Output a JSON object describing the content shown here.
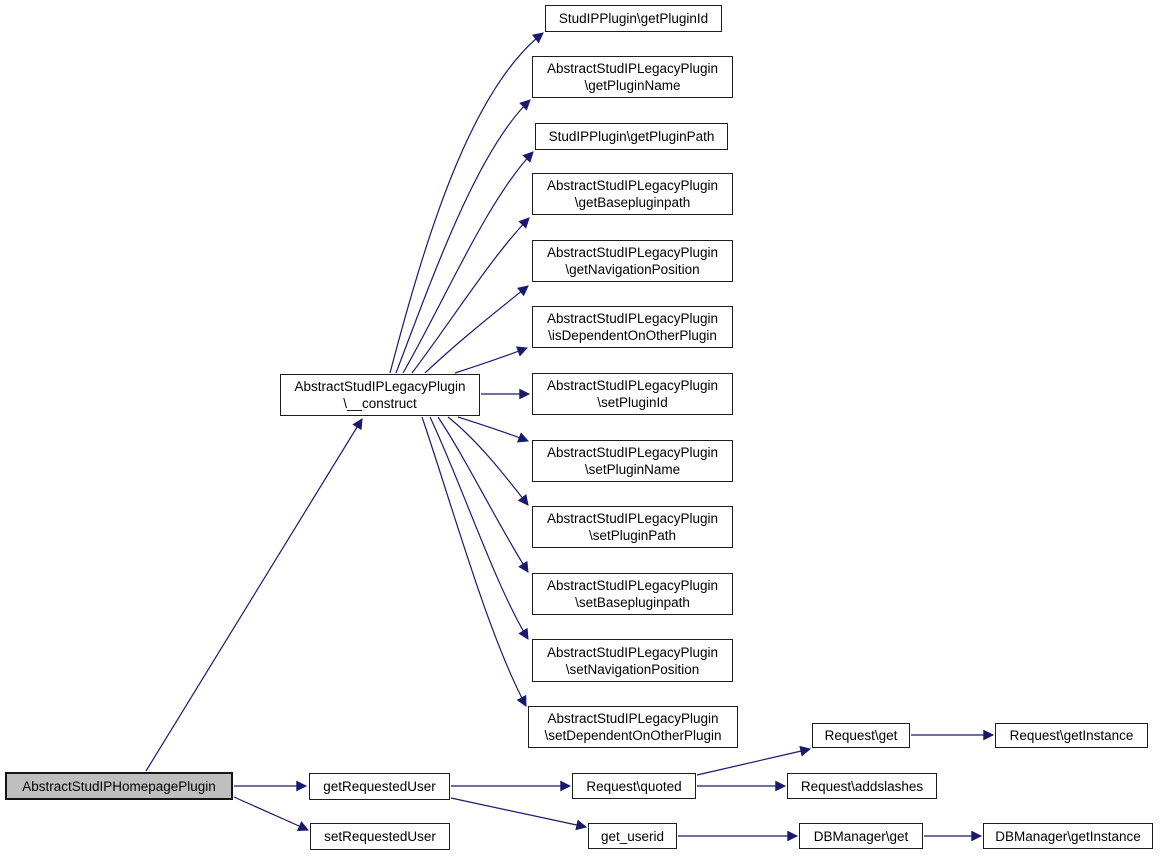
{
  "diagram": {
    "type": "call-graph",
    "background_color": "#ffffff",
    "edge_color": "#191970",
    "node_fill": "#ffffff",
    "node_border_color": "#1c1c1c",
    "highlighted_node_fill": "#bfbfbf",
    "nodes": {
      "home": {
        "label": "AbstractStudIPHomepagePlugin",
        "highlighted": true
      },
      "construct": {
        "label": "AbstractStudIPLegacyPlugin\n\\__construct"
      },
      "getPluginId": {
        "label": "StudIPPlugin\\getPluginId"
      },
      "getPluginName": {
        "label": "AbstractStudIPLegacyPlugin\n\\getPluginName"
      },
      "getPluginPath": {
        "label": "StudIPPlugin\\getPluginPath"
      },
      "getBasepluginpath": {
        "label": "AbstractStudIPLegacyPlugin\n\\getBasepluginpath"
      },
      "getNavigationPosition": {
        "label": "AbstractStudIPLegacyPlugin\n\\getNavigationPosition"
      },
      "isDependentOnOtherPlugin": {
        "label": "AbstractStudIPLegacyPlugin\n\\isDependentOnOtherPlugin"
      },
      "setPluginId": {
        "label": "AbstractStudIPLegacyPlugin\n\\setPluginId"
      },
      "setPluginName": {
        "label": "AbstractStudIPLegacyPlugin\n\\setPluginName"
      },
      "setPluginPath": {
        "label": "AbstractStudIPLegacyPlugin\n\\setPluginPath"
      },
      "setBasepluginpath": {
        "label": "AbstractStudIPLegacyPlugin\n\\setBasepluginpath"
      },
      "setNavigationPosition": {
        "label": "AbstractStudIPLegacyPlugin\n\\setNavigationPosition"
      },
      "setDependentOnOtherPlugin": {
        "label": "AbstractStudIPLegacyPlugin\n\\setDependentOnOtherPlugin"
      },
      "getRequestedUser": {
        "label": "getRequestedUser"
      },
      "setRequestedUser": {
        "label": "setRequestedUser"
      },
      "requestQuoted": {
        "label": "Request\\quoted"
      },
      "requestGet": {
        "label": "Request\\get"
      },
      "requestGetInstance": {
        "label": "Request\\getInstance"
      },
      "requestAddslashes": {
        "label": "Request\\addslashes"
      },
      "getUserid": {
        "label": "get_userid"
      },
      "dbmanagerGet": {
        "label": "DBManager\\get"
      },
      "dbmanagerGetInstance": {
        "label": "DBManager\\getInstance"
      }
    },
    "edges": [
      {
        "from": "home",
        "to": "construct"
      },
      {
        "from": "home",
        "to": "getRequestedUser"
      },
      {
        "from": "home",
        "to": "setRequestedUser"
      },
      {
        "from": "construct",
        "to": "getPluginId"
      },
      {
        "from": "construct",
        "to": "getPluginName"
      },
      {
        "from": "construct",
        "to": "getPluginPath"
      },
      {
        "from": "construct",
        "to": "getBasepluginpath"
      },
      {
        "from": "construct",
        "to": "getNavigationPosition"
      },
      {
        "from": "construct",
        "to": "isDependentOnOtherPlugin"
      },
      {
        "from": "construct",
        "to": "setPluginId"
      },
      {
        "from": "construct",
        "to": "setPluginName"
      },
      {
        "from": "construct",
        "to": "setPluginPath"
      },
      {
        "from": "construct",
        "to": "setBasepluginpath"
      },
      {
        "from": "construct",
        "to": "setNavigationPosition"
      },
      {
        "from": "construct",
        "to": "setDependentOnOtherPlugin"
      },
      {
        "from": "getRequestedUser",
        "to": "requestQuoted"
      },
      {
        "from": "getRequestedUser",
        "to": "getUserid"
      },
      {
        "from": "requestQuoted",
        "to": "requestGet"
      },
      {
        "from": "requestQuoted",
        "to": "requestAddslashes"
      },
      {
        "from": "requestGet",
        "to": "requestGetInstance"
      },
      {
        "from": "getUserid",
        "to": "dbmanagerGet"
      },
      {
        "from": "dbmanagerGet",
        "to": "dbmanagerGetInstance"
      }
    ]
  }
}
